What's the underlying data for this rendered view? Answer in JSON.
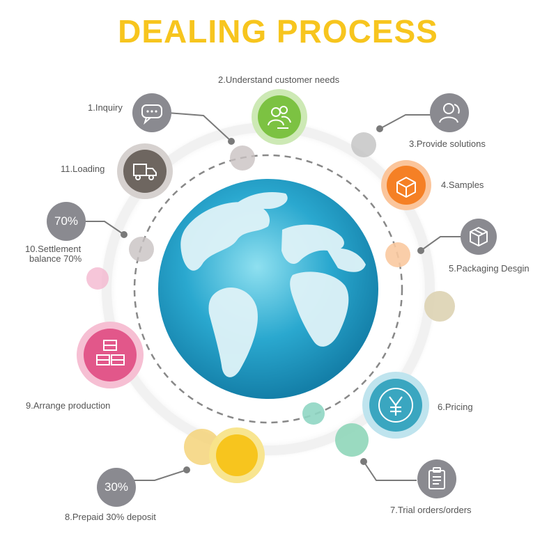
{
  "title": "DEALING PROCESS",
  "steps": [
    {
      "label": "1.Inquiry",
      "icon": "chat-bubble-icon",
      "color": "#8a8a90"
    },
    {
      "label": "2.Understand customer needs",
      "icon": "users-icon",
      "color": "#7cc242"
    },
    {
      "label": "3.Provide solutions",
      "icon": "consultant-icon",
      "color": "#8a8a90"
    },
    {
      "label": "4.Samples",
      "icon": "box-icon",
      "color": "#f58025"
    },
    {
      "label": "5.Packaging Desgin",
      "icon": "package-icon",
      "color": "#8a8a90"
    },
    {
      "label": "6.Pricing",
      "icon": "yen-icon",
      "color": "#3aa6c0"
    },
    {
      "label": "7.Trial orders/orders",
      "icon": "clipboard-icon",
      "color": "#8a8a90"
    },
    {
      "label": "8.Prepaid 30% deposit",
      "badge": "30%",
      "color": "#8a8a90"
    },
    {
      "label": "9.Arrange production",
      "icon": "boxes-stack-icon",
      "color": "#e2578a"
    },
    {
      "label_line1": "10.Settlement",
      "label_line2": "balance 70%",
      "badge": "70%",
      "color": "#8a8a90"
    },
    {
      "label": "11.Loading",
      "icon": "truck-icon",
      "color": "#6e6660"
    }
  ]
}
